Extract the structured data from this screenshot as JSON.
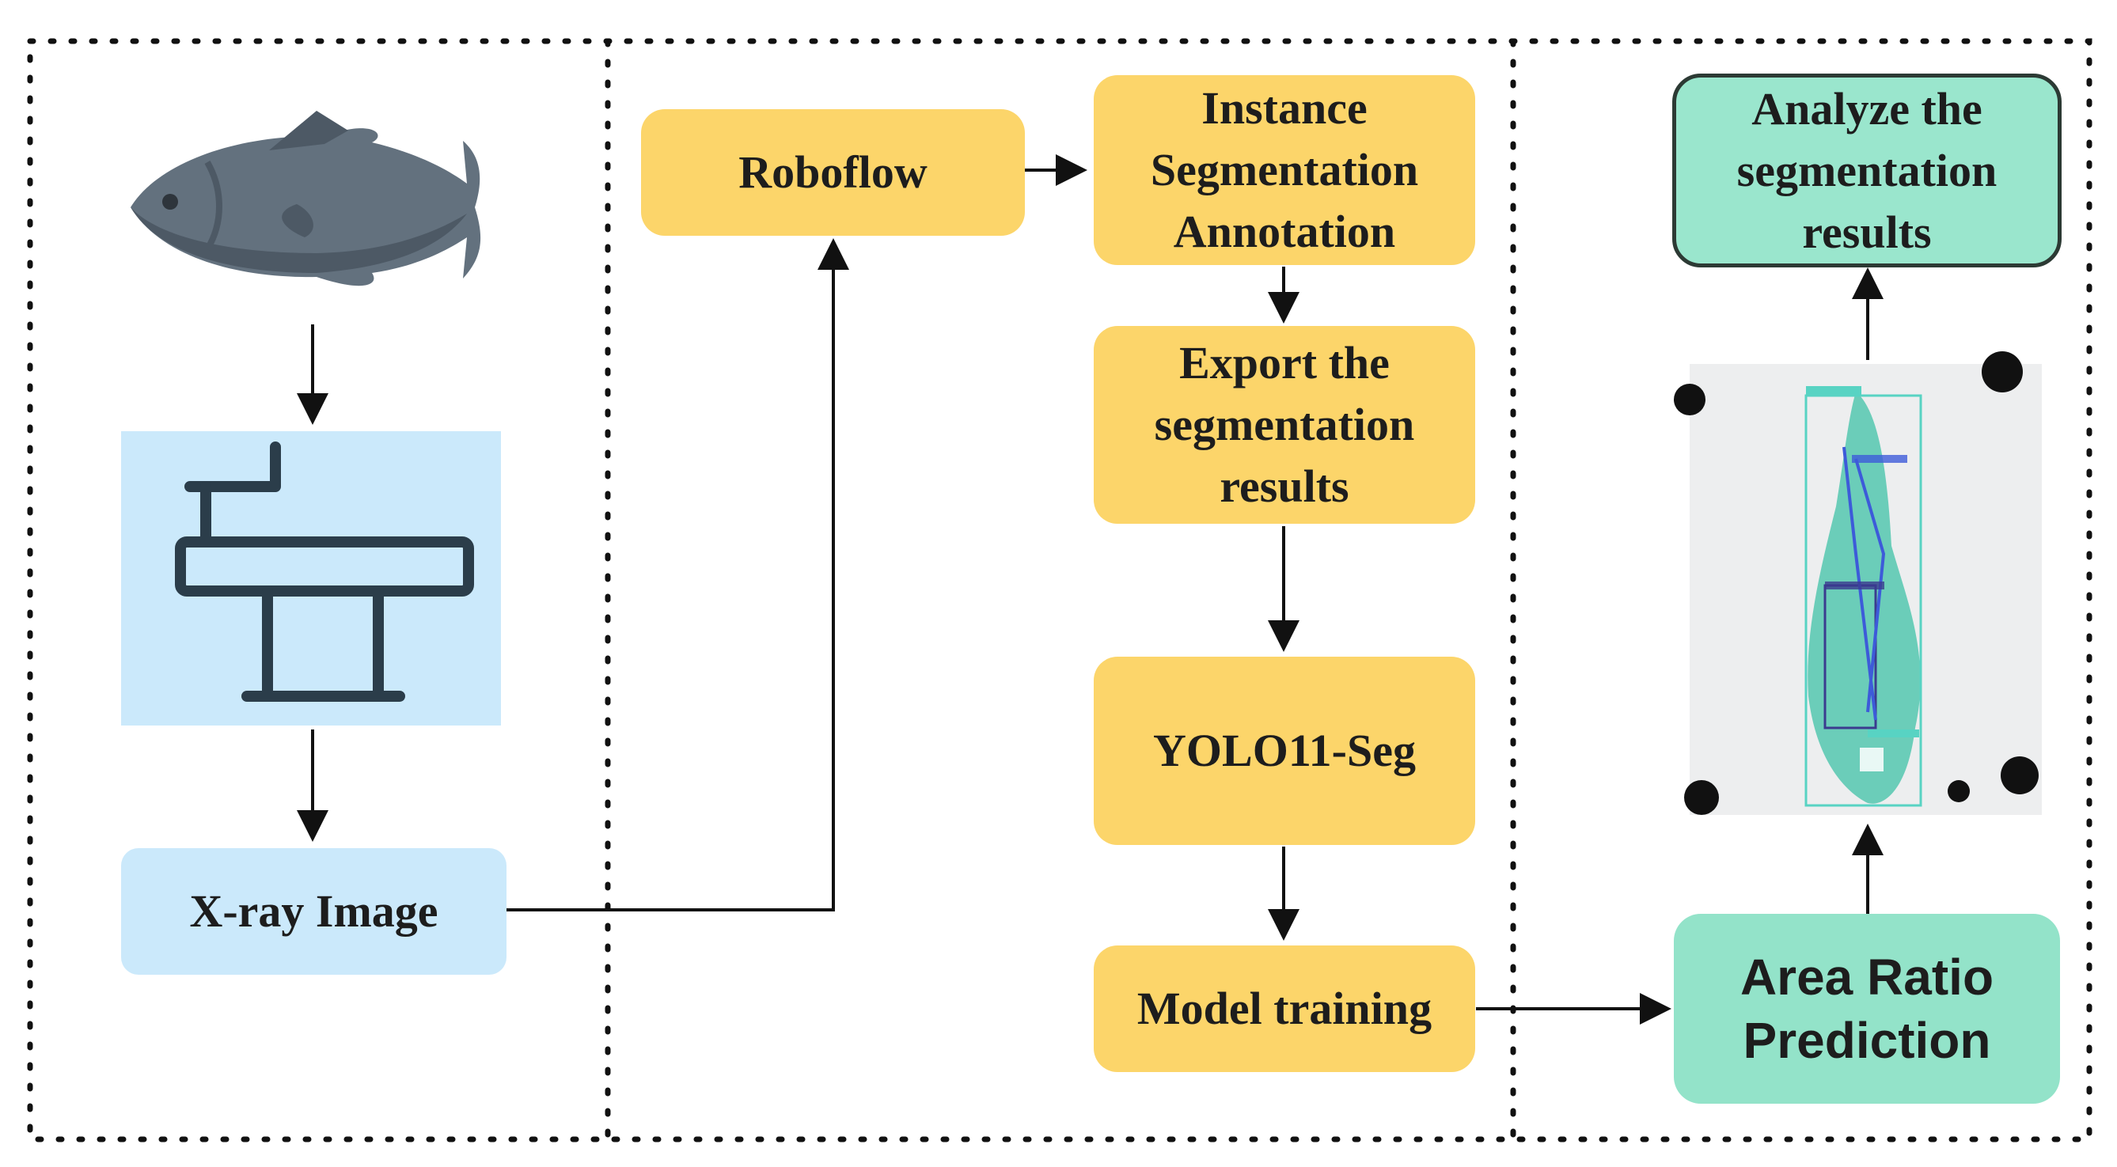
{
  "diagram": {
    "nodes": {
      "roboflow": {
        "label": "Roboflow"
      },
      "instance_seg": {
        "label": "Instance\nSegmentation\nAnnotation"
      },
      "export": {
        "label": "Export the\nsegmentation\nresults"
      },
      "yolo": {
        "label": "YOLO11-Seg"
      },
      "model_training": {
        "label": "Model  training"
      },
      "xray": {
        "label": "X-ray Image"
      },
      "area_ratio": {
        "label": "Area Ratio\nPrediction"
      },
      "analyze": {
        "label": "Analyze the\nsegmentation\nresults"
      }
    },
    "icons": {
      "fish": "fish-icon",
      "xray_machine": "xray-machine-icon"
    },
    "colors": {
      "process_box": "#fcd56a",
      "input_box": "#cbe9fb",
      "result_box": "#93e3c9",
      "border_dotted": "#111111"
    }
  }
}
